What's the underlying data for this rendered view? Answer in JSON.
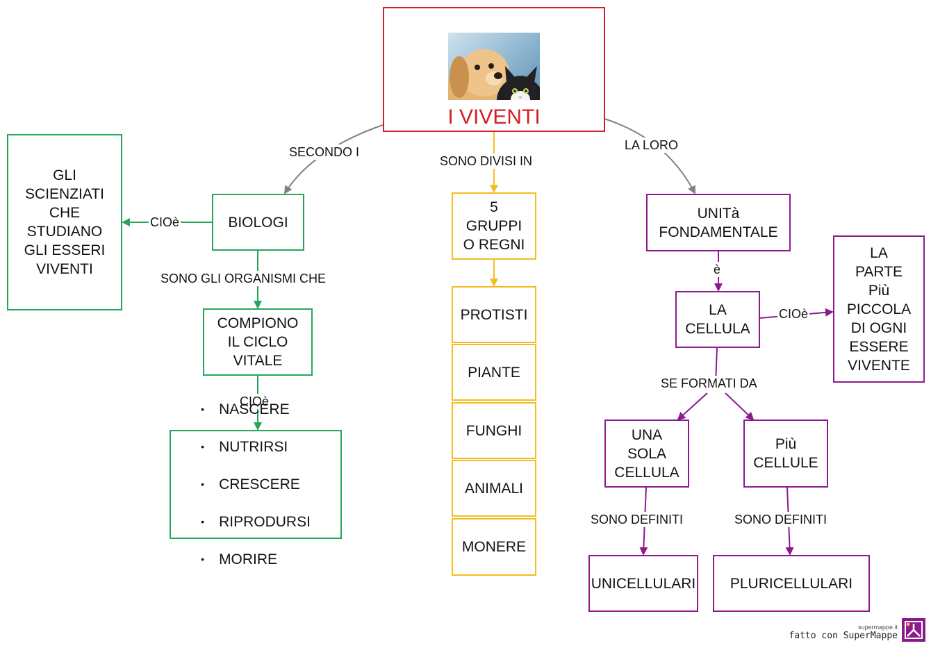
{
  "root": {
    "title": "I VIVENTI",
    "image": "puppy-and-kitten-photo"
  },
  "edge_labels": {
    "secondo_i": "SECONDO I",
    "sono_divisi_in": "SONO DIVISI IN",
    "la_loro": "LA LORO",
    "cioe_biologi": "CIOè",
    "sono_gli_organismi_che": "SONO GLI ORGANISMI CHE",
    "cioe_ciclo": "CIOè",
    "e": "è",
    "cioe_cellula": "CIOè",
    "se_formati_da": "SE FORMATI DA",
    "sono_definiti_1": "SONO DEFINITI",
    "sono_definiti_2": "SONO DEFINITI"
  },
  "nodes": {
    "scienziati": "GLI\nSCIENZIATI\nCHE\nSTUDIANO\nGLI ESSERI\nVIVENTI",
    "biologi": "BIOLOGI",
    "ciclo_vitale": "COMPIONO\nIL CICLO\nVITALE",
    "azioni": [
      "NASCERE",
      "NUTRIRSI",
      "CRESCERE",
      "RIPRODURSI",
      "MORIRE"
    ],
    "gruppi": "5\nGRUPPI\nO REGNI",
    "regni": [
      "PROTISTI",
      "PIANTE",
      "FUNGHI",
      "ANIMALI",
      "MONERE"
    ],
    "unita": "UNITà\nFONDAMENTALE",
    "cellula": "LA\nCELLULA",
    "parte_piccola": "LA\nPARTE\nPiù\nPICCOLA\nDI OGNI\nESSERE\nVIVENTE",
    "una_sola": "UNA\nSOLA\nCELLULA",
    "piu_cellule": "Più\nCELLULE",
    "unicellulari": "UNICELLULARI",
    "pluricellulari": "PLURICELLULARI"
  },
  "footer": {
    "site": "supermappe.it",
    "credit": "fatto con SuperMappe"
  },
  "colors": {
    "green": "#27a55b",
    "yellow": "#f3bd21",
    "purple": "#8c1a8e",
    "red": "#d21f26",
    "gray": "#808080"
  }
}
